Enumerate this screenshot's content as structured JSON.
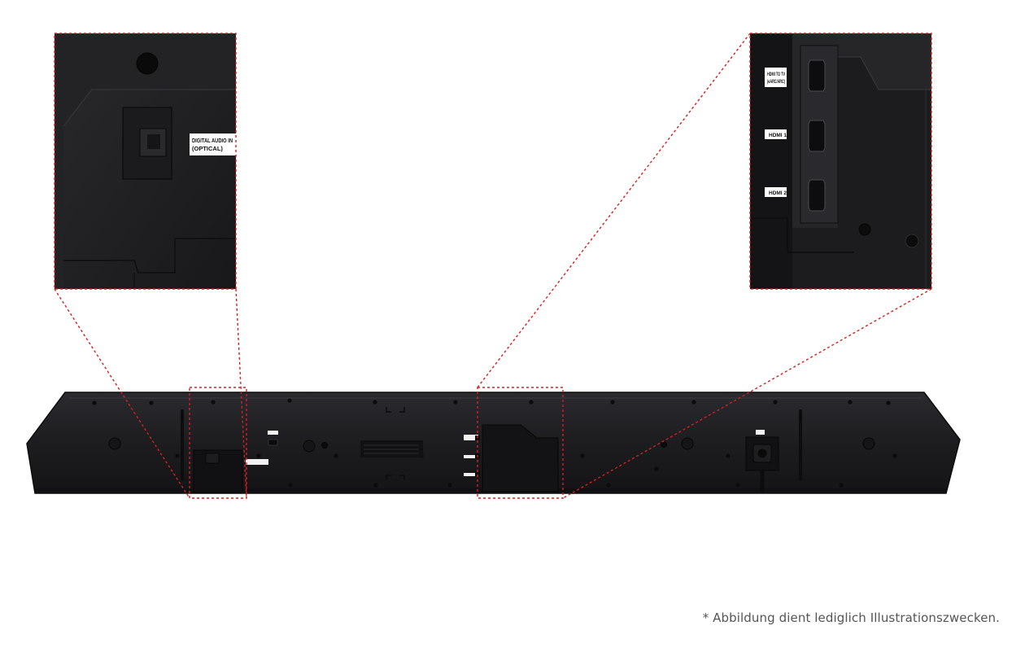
{
  "disclaimer": "* Abbildung dient lediglich Illustrationszwecken.",
  "labels": {
    "optical_zoom": [
      "DIGITAL AUDIO IN",
      "(OPTICAL)"
    ],
    "hdmi_tv": [
      "HDMI TO TV",
      "(eARC/ARC)"
    ],
    "hdmi_1": "HDMI 1",
    "hdmi_2": "HDMI 2"
  },
  "colors": {
    "body": "#1c1c1f",
    "body_light": "#2a2a2e",
    "highlight": "#d62020",
    "label_bg": "#ffffff"
  }
}
